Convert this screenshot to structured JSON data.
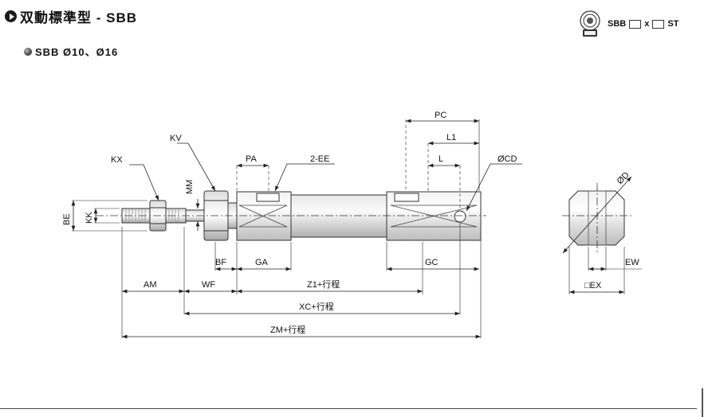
{
  "header": {
    "title": "双動標準型 - SBB"
  },
  "subtitle": {
    "text": "SBB  Ø10、Ø16"
  },
  "model_code": {
    "part1": "SBB",
    "part2": "x",
    "part3": "ST"
  },
  "labels": {
    "kx": "KX",
    "kv": "KV",
    "mm": "MM",
    "be": "BE",
    "kk": "KK",
    "pa": "PA",
    "ee": "2-EE",
    "pc": "PC",
    "l1": "L1",
    "l": "L",
    "cd": "ØCD",
    "d": "ØD",
    "bf": "BF",
    "ga": "GA",
    "gc": "GC",
    "am": "AM",
    "wf": "WF",
    "z1": "Z1+行程",
    "xc": "XC+行程",
    "zm": "ZM+行程",
    "ex": "□EX",
    "ew": "EW"
  }
}
